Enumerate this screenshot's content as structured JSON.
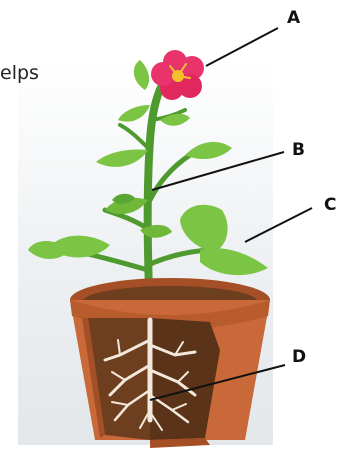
{
  "fragment_text": "elps",
  "labels": {
    "a": "A",
    "b": "B",
    "c": "C",
    "d": "D"
  },
  "colors": {
    "flower": "#e8336b",
    "flower_center": "#f2c12e",
    "leaf": "#7cc443",
    "leaf_dark": "#5aa533",
    "stem": "#4f9a2f",
    "pot": "#c9693a",
    "pot_dark": "#a44f25",
    "soil": "#6e3f1f",
    "soil_dark": "#4f2a12",
    "roots": "#f3e8dc",
    "backdrop": "#e9edf0"
  }
}
